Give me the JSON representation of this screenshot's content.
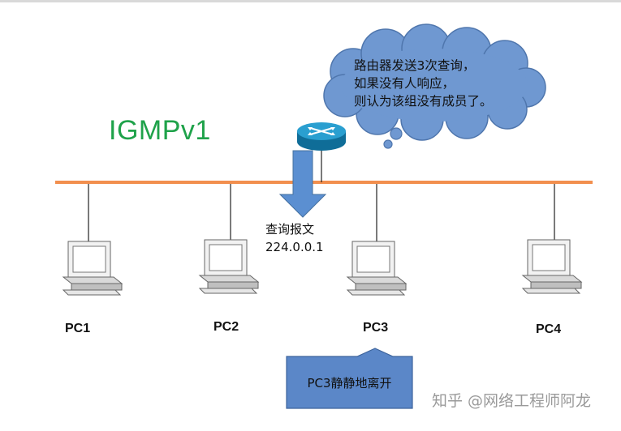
{
  "diagram": {
    "title": "IGMPv1",
    "cloud_lines": [
      "路由器发送3次查询，",
      "如果没有人响应，",
      "则认为该组没有成员了。"
    ],
    "query_label": [
      "查询报文",
      "224.0.0.1"
    ],
    "pcs": [
      "PC1",
      "PC2",
      "PC3",
      "PC4"
    ],
    "callout_text": "PC3静静地离开",
    "watermark_text": "知乎 @网络工程师阿龙"
  },
  "colors": {
    "title": "#1fa24a",
    "lan_bus": "#f28f4e",
    "cloud_fill": "#6f98d1",
    "arrow_fill": "#5b8fd1",
    "callout_fill": "#5b87c8",
    "router_fill": "#1b92c2"
  }
}
